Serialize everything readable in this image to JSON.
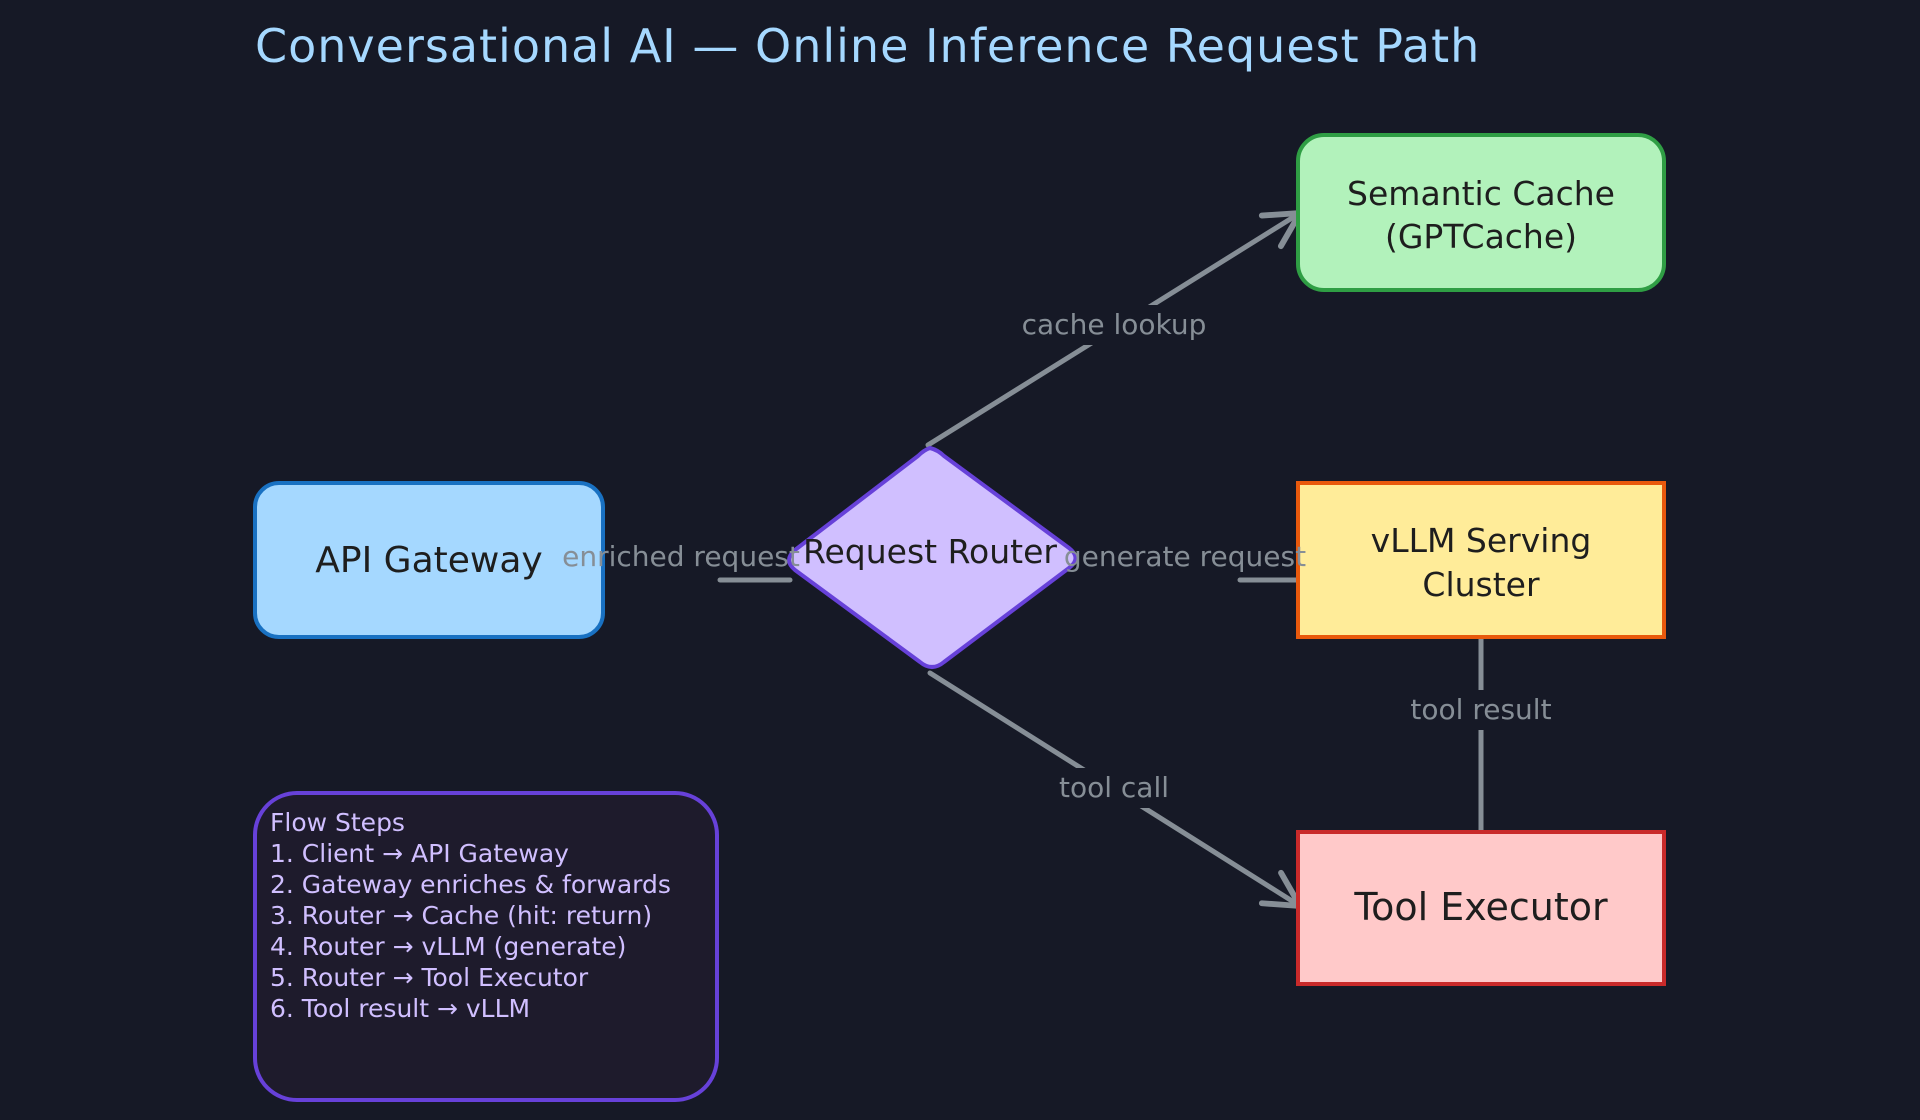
{
  "title": "Conversational AI — Online Inference Request Path",
  "nodes": {
    "api_gateway": {
      "label": "API Gateway",
      "fill": "#a5d8ff",
      "stroke": "#1971c2"
    },
    "request_router": {
      "label": "Request Router",
      "fill": "#d0bfff",
      "stroke": "#6741d9"
    },
    "semantic_cache": {
      "line1": "Semantic Cache",
      "line2": "(GPTCache)",
      "fill": "#b2f2bb",
      "stroke": "#2f9e44"
    },
    "vllm_cluster": {
      "line1": "vLLM Serving",
      "line2": "Cluster",
      "fill": "#ffec99",
      "stroke": "#e8590c"
    },
    "tool_executor": {
      "label": "Tool Executor",
      "fill": "#ffc9c9",
      "stroke": "#c92a2a"
    }
  },
  "edges": {
    "enriched_request": "enriched request",
    "generate_request": "generate request",
    "cache_lookup": "cache lookup",
    "tool_call": "tool call",
    "tool_result": "tool result"
  },
  "notes": {
    "heading": "Flow Steps",
    "steps": [
      "1. Client → API Gateway",
      "2. Gateway enriches & forwards",
      "3. Router → Cache (hit: return)",
      "4. Router → vLLM (generate)",
      "5. Router → Tool Executor",
      "6. Tool result → vLLM"
    ],
    "fill": "#1e1b2c",
    "stroke": "#6741d9"
  },
  "colors": {
    "background": "#161926",
    "title": "#a5d8ff",
    "edge": "#868e96",
    "notes_text": "#d0bfff"
  }
}
